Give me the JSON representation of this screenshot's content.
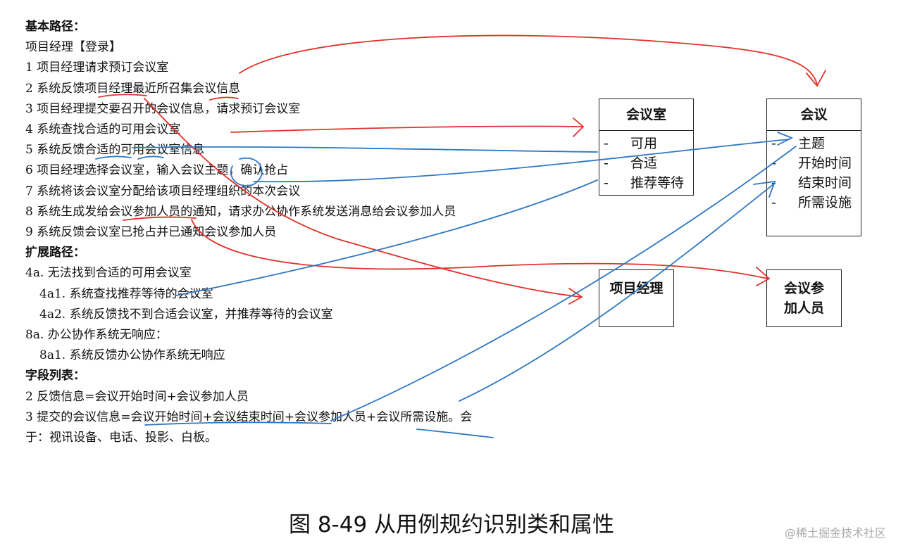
{
  "usecase": {
    "lines": [
      {
        "text": "基本路径：",
        "bold": true
      },
      {
        "text": "项目经理【登录】"
      },
      {
        "text": "1  项目经理请求预订会议室"
      },
      {
        "text": "2  系统反馈项目经理最近所召集会议信息"
      },
      {
        "text": "3  项目经理提交要召开的会议信息，请求预订会议室"
      },
      {
        "text": "4  系统查找合适的可用会议室"
      },
      {
        "text": "5  系统反馈合适的可用会议室信息"
      },
      {
        "text": "6  项目经理选择会议室，输入会议主题，确认抢占"
      },
      {
        "text": "7  系统将该会议室分配给该项目经理组织的本次会议"
      },
      {
        "text": "8  系统生成发给会议参加人员的通知，请求办公协作系统发送消息给会议参加人员"
      },
      {
        "text": "9  系统反馈会议室已抢占并已通知会议参加人员"
      },
      {
        "text": "扩展路径：",
        "bold": true
      },
      {
        "text": "4a.  无法找到合适的可用会议室"
      },
      {
        "text": "4a1.  系统查找推荐等待的会议室",
        "indent": true
      },
      {
        "text": "4a2.  系统反馈找不到合适会议室，并推荐等待的会议室",
        "indent": true
      },
      {
        "text": "8a.  办公协作系统无响应："
      },
      {
        "text": "8a1.  系统反馈办公协作系统无响应",
        "indent": true
      },
      {
        "text": "字段列表：",
        "bold": true
      },
      {
        "text": "2  反馈信息=会议开始时间+会议参加人员"
      },
      {
        "text": "3  提交的会议信息=会议开始时间+会议结束时间+会议参加人员+会议所需设施。会"
      },
      {
        "text": "于：视讯设备、电话、投影、白板。"
      }
    ]
  },
  "classes": {
    "meeting_room": {
      "name": "会议室",
      "attrs": [
        "可用",
        "合适",
        "推荐等待"
      ]
    },
    "meeting": {
      "name": "会议",
      "attrs": [
        "主题",
        "开始时间",
        "结束时间",
        "所需设施"
      ]
    },
    "project_manager": {
      "name": "项目经理"
    },
    "participants": {
      "name": "会议参\n加人员"
    }
  },
  "caption": "图 8-49  从用例规约识别类和属性",
  "watermark": "@稀土掘金技术社区",
  "colors": {
    "red": "#e0322a",
    "blue": "#2f78c4"
  }
}
